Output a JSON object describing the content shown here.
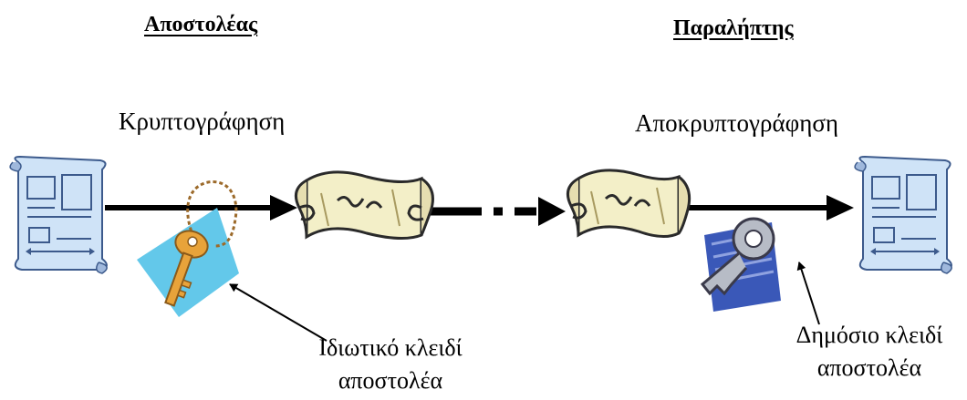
{
  "sender": {
    "heading": "Αποστολέας",
    "step": "Κρυπτογράφηση",
    "key_label_line1": "Ιδιωτικό κλειδί",
    "key_label_line2": "αποστολέα"
  },
  "receiver": {
    "heading": "Παραλήπτης",
    "step": "Αποκρυπτογράφηση",
    "key_label_line1": "Δημόσιο κλειδί",
    "key_label_line2": "αποστολέα"
  },
  "colors": {
    "document_blue": "#cfe3f7",
    "document_dark": "#3c5a8c",
    "scroll_cream": "#f3efc8",
    "private_key_gold": "#e8a33a",
    "private_key_backdrop": "#63c8ea",
    "public_key_backdrop": "#3a58b8",
    "public_key_silver": "#b7bcc6"
  },
  "icons": [
    "plain-document-icon",
    "private-key-icon",
    "encrypted-scroll-icon",
    "public-key-icon"
  ]
}
